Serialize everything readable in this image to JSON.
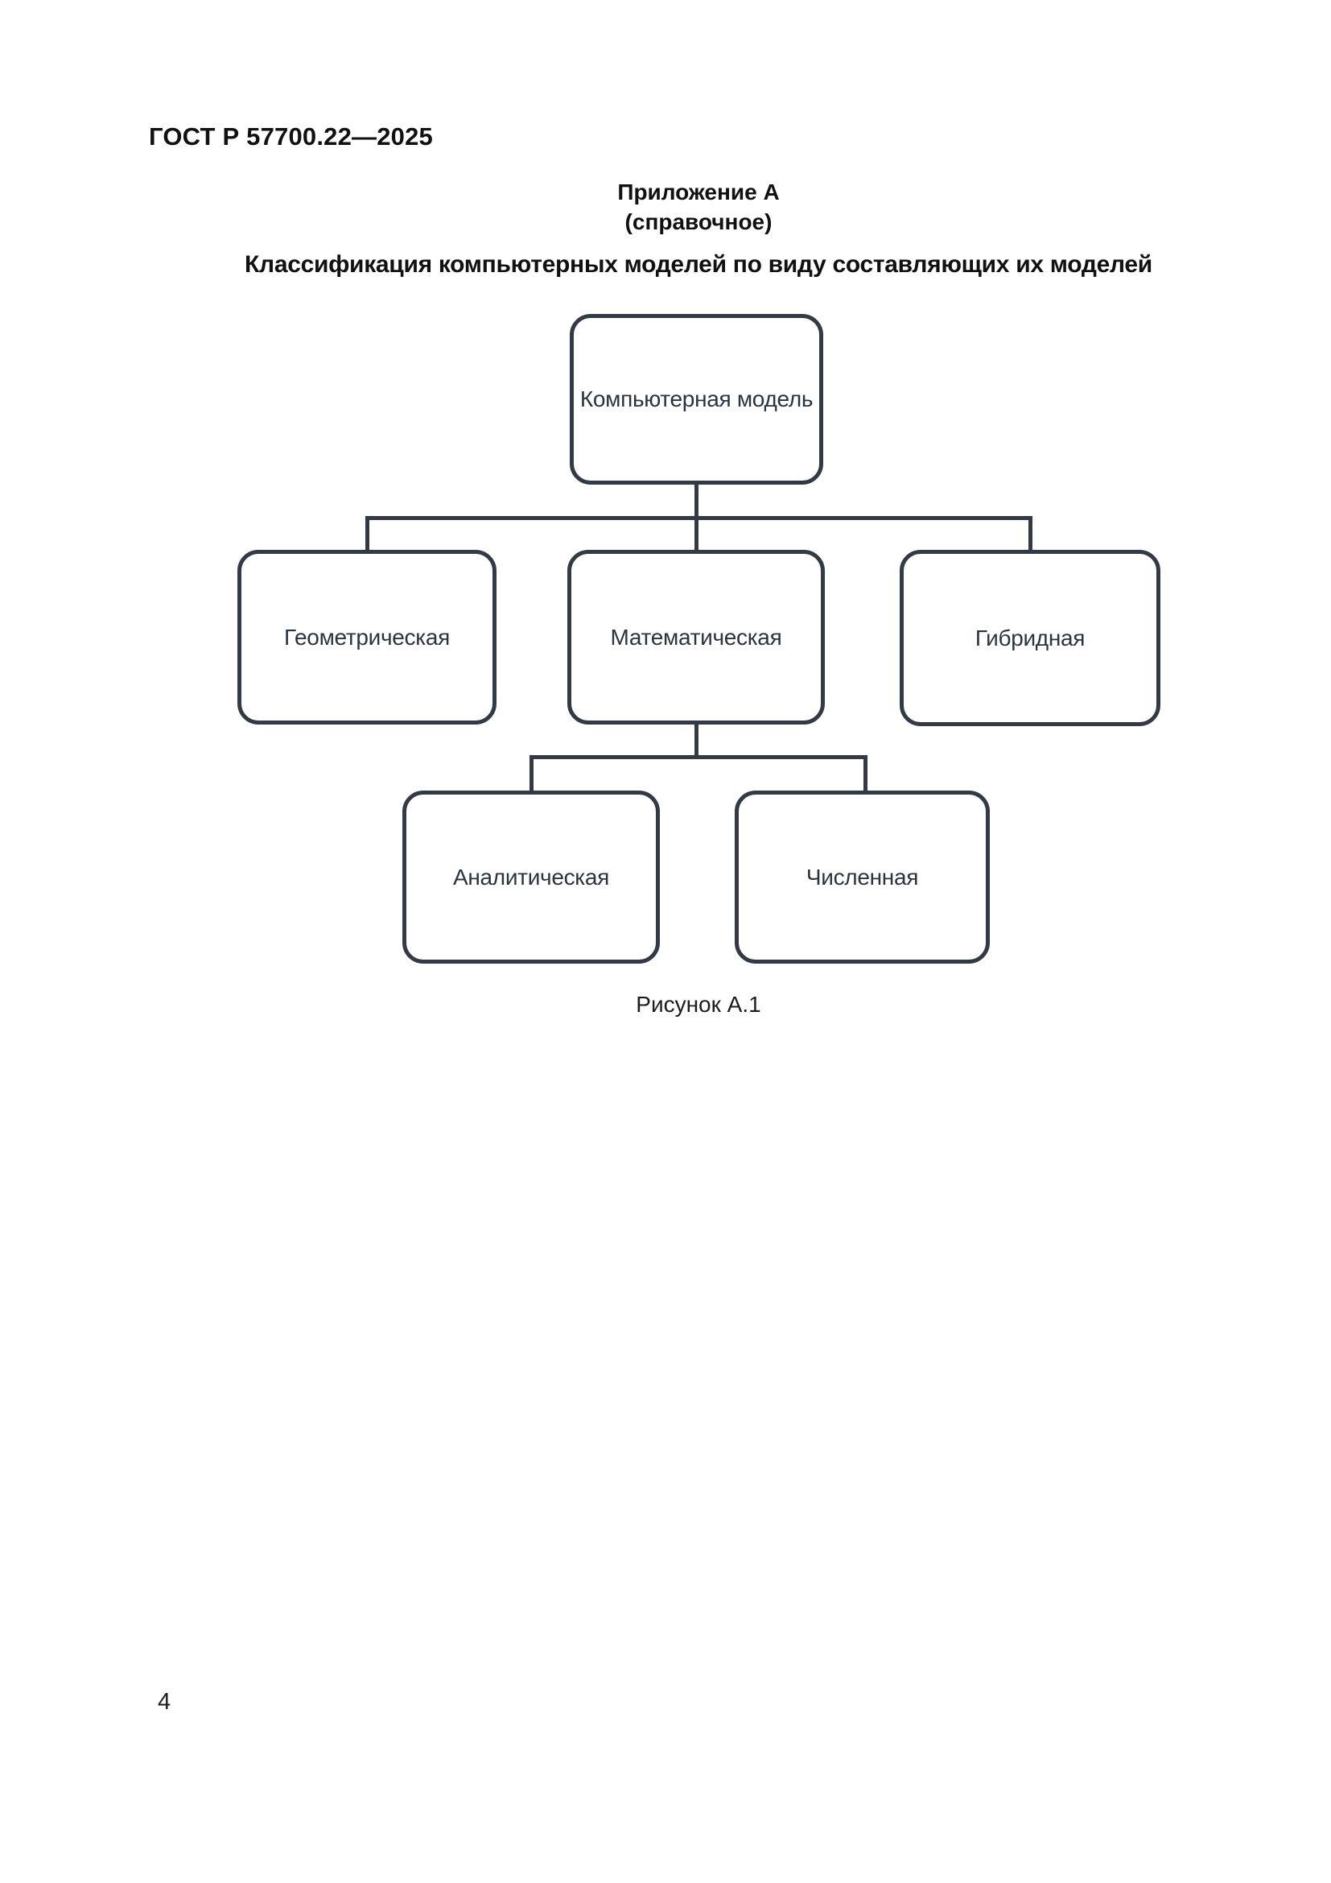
{
  "page": {
    "header": "ГОСТ Р 57700.22—2025",
    "page_number": "4"
  },
  "appendix": {
    "label": "Приложение А",
    "note": "(справочное)",
    "title": "Классификация компьютерных моделей по виду составляющих их моделей"
  },
  "figure": {
    "caption": "Рисунок А.1",
    "type": "tree-diagram",
    "colors": {
      "line": "#313a45",
      "node_border": "#313a45",
      "node_text": "#2a3440",
      "node_background": "#ffffff"
    },
    "nodes": {
      "root": "Компьютерная модель",
      "level2": [
        "Геометрическая",
        "Математическая",
        "Гибридная"
      ],
      "level3": [
        "Аналитическая",
        "Численная"
      ]
    },
    "tree": {
      "label": "Компьютерная модель",
      "children": [
        {
          "label": "Геометрическая",
          "children": []
        },
        {
          "label": "Математическая",
          "children": [
            {
              "label": "Аналитическая",
              "children": []
            },
            {
              "label": "Численная",
              "children": []
            }
          ]
        },
        {
          "label": "Гибридная",
          "children": []
        }
      ]
    }
  }
}
